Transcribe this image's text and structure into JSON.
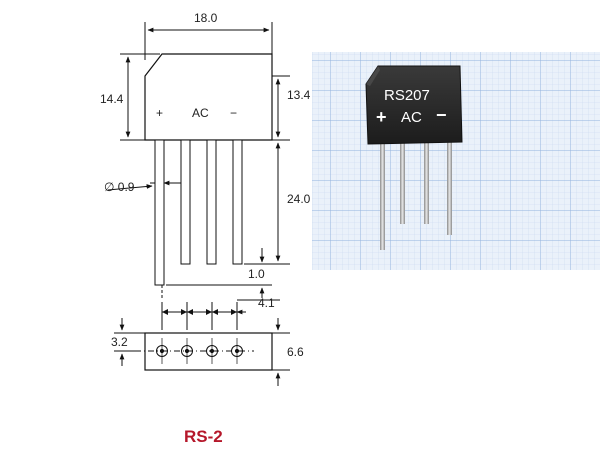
{
  "title": "RS-2",
  "colors": {
    "title": "#b5172a",
    "line": "#111111",
    "body_fill": "#ffffff",
    "grid_bg": "#eaf1fa",
    "grid_line": "#a9c3e6",
    "part_body": "#2a2a2a",
    "part_label": "#f2f2f2",
    "lead": "#b9b9b9"
  },
  "front_view": {
    "width": "18.0",
    "height": "14.4",
    "body_height": "13.4",
    "lead_length": "24.0",
    "lead_diameter": "∅ 0.9",
    "lead_end": "1.0",
    "marks": {
      "plus": "+",
      "ac": "AC",
      "minus": "−"
    }
  },
  "bottom_view": {
    "pitch": "4.1",
    "offset": "3.2",
    "depth": "6.6"
  },
  "photo": {
    "part_number": "RS207",
    "plus": "+",
    "ac": "AC",
    "minus": "−"
  }
}
